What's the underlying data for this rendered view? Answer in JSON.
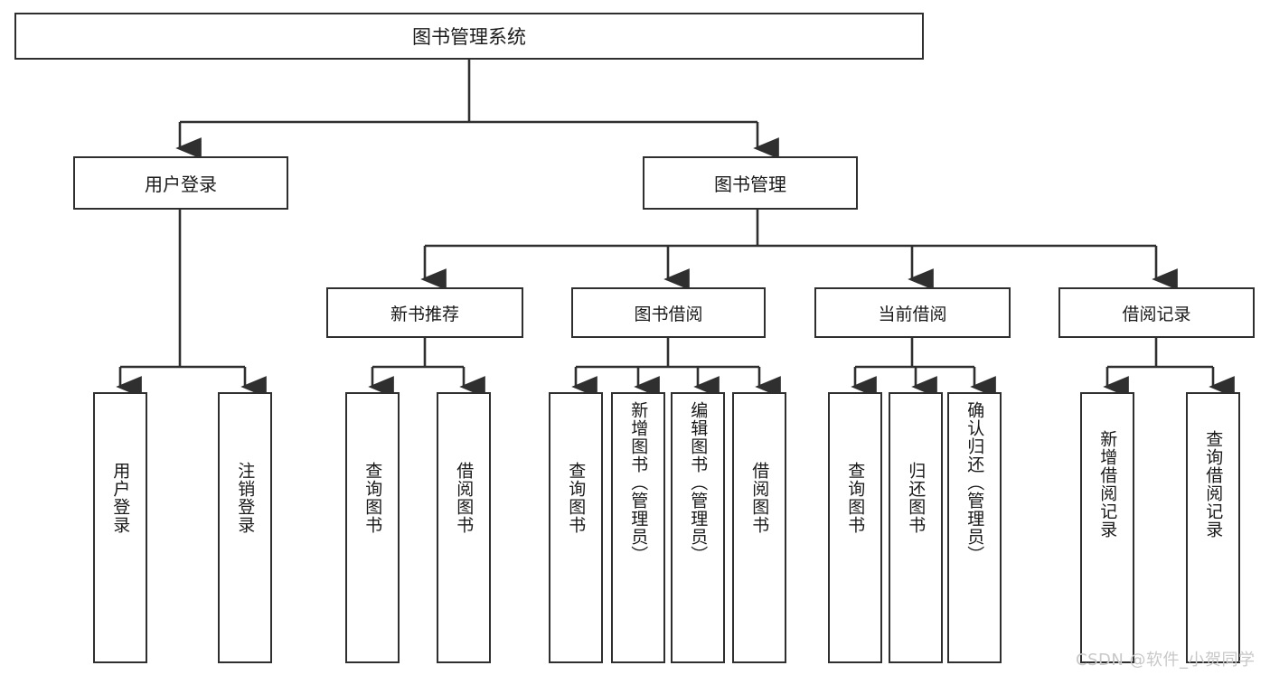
{
  "diagram": {
    "type": "tree-hierarchy",
    "title": "图书管理系统",
    "root": {
      "label": "图书管理系统"
    },
    "level2": [
      {
        "label": "用户登录"
      },
      {
        "label": "图书管理"
      }
    ],
    "level3": [
      {
        "label": "新书推荐"
      },
      {
        "label": "图书借阅"
      },
      {
        "label": "当前借阅"
      },
      {
        "label": "借阅记录"
      }
    ],
    "leaves": {
      "user_login": [
        {
          "label": "用户登录"
        },
        {
          "label": "注销登录"
        }
      ],
      "new_book_recommend": [
        {
          "label": "查询图书"
        },
        {
          "label": "借阅图书"
        }
      ],
      "book_borrow": [
        {
          "label": "查询图书"
        },
        {
          "label": "新增图书（管理员）"
        },
        {
          "label": "编辑图书（管理员）"
        },
        {
          "label": "借阅图书"
        }
      ],
      "current_borrow": [
        {
          "label": "查询图书"
        },
        {
          "label": "归还图书"
        },
        {
          "label": "确认归还（管理员）"
        }
      ],
      "borrow_record": [
        {
          "label": "新增借阅记录"
        },
        {
          "label": "查询借阅记录"
        }
      ]
    }
  },
  "watermark": {
    "text": "CSDN @软件_小贺同学"
  },
  "colors": {
    "stroke": "#2f2f2f",
    "background": "#ffffff",
    "text": "#1a1a1a",
    "watermark": "#c8c8c8"
  }
}
